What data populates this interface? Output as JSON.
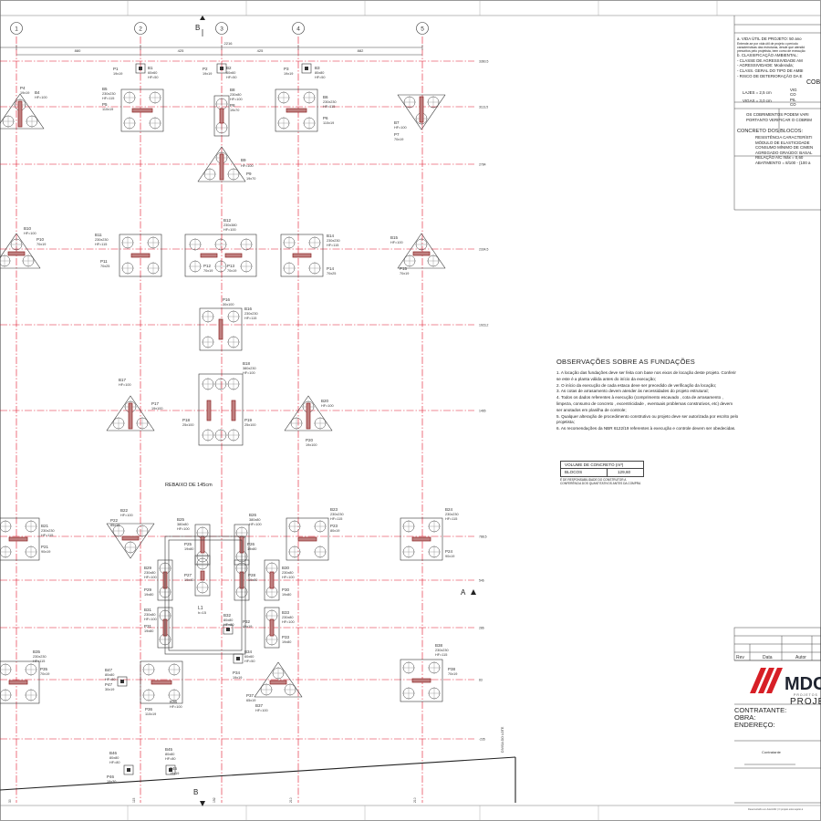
{
  "drawing": {
    "axes": [
      "1",
      "2",
      "3",
      "4",
      "5"
    ],
    "section_marks": [
      "B",
      "A"
    ],
    "dimensions_top": [
      "880",
      "425",
      "425",
      "882"
    ],
    "dimension_overall": "2216",
    "level_labels": [
      "3360,5",
      "3113,5",
      "2784",
      "2334,5",
      "1923,2",
      "1465",
      "788,5",
      "546",
      "286",
      "83",
      "-235"
    ],
    "blocks": [
      {
        "id": "B1",
        "size": "60x60",
        "hf": "HF=50"
      },
      {
        "id": "B2",
        "size": "60x60",
        "hf": "HF=50"
      },
      {
        "id": "B3",
        "size": "80x80",
        "hf": "HF=50"
      },
      {
        "id": "B4",
        "hf": "HF=100"
      },
      {
        "id": "B5",
        "size": "230x230",
        "hf": "HF=115"
      },
      {
        "id": "B6",
        "size": "230x230",
        "hf": "HF=115"
      },
      {
        "id": "B7",
        "hf": "HF=100"
      },
      {
        "id": "B8",
        "size": "230x80",
        "hf": "HF=100"
      },
      {
        "id": "B9",
        "hf": "HF=100"
      },
      {
        "id": "B10",
        "hf": "HF=100"
      },
      {
        "id": "B11",
        "size": "230x230",
        "hf": "HF=115"
      },
      {
        "id": "B12",
        "size": "230x380",
        "hf": "HF=100"
      },
      {
        "id": "B14",
        "size": "230x230",
        "hf": "HF=115"
      },
      {
        "id": "B15",
        "hf": "HF=100"
      },
      {
        "id": "B16",
        "size": "230x230",
        "hf": "HF=115"
      },
      {
        "id": "B17",
        "hf": "HF=100"
      },
      {
        "id": "B18",
        "size": "380x230",
        "hf": "HF=100"
      },
      {
        "id": "B20",
        "hf": "HF=100"
      },
      {
        "id": "B21",
        "size": "230x230",
        "hf": "HF=115"
      },
      {
        "id": "B22",
        "hf": "HF=100"
      },
      {
        "id": "B23",
        "size": "230x230",
        "hf": "HF=115"
      },
      {
        "id": "B24",
        "size": "230x230",
        "hf": "HF=115"
      },
      {
        "id": "B25",
        "size": "380x80",
        "hf": "HF=100"
      },
      {
        "id": "B26",
        "size": "380x80",
        "hf": "HF=100"
      },
      {
        "id": "B29",
        "size": "230x80",
        "hf": "HF=100"
      },
      {
        "id": "B30",
        "size": "230x80",
        "hf": "HF=100"
      },
      {
        "id": "B31",
        "size": "230x80",
        "hf": "HF=100"
      },
      {
        "id": "B32",
        "size": "80x80",
        "hf": "HF=80"
      },
      {
        "id": "B33",
        "size": "230x80",
        "hf": "HF=100"
      },
      {
        "id": "B34",
        "size": "60x60",
        "hf": "HF=50"
      },
      {
        "id": "B35",
        "size": "230x230",
        "hf": "HF=115"
      },
      {
        "id": "B36",
        "hf": "HF=100"
      },
      {
        "id": "B37",
        "hf": "HF=100"
      },
      {
        "id": "B38",
        "size": "230x230",
        "hf": "HF=115"
      },
      {
        "id": "B45",
        "size": "80x80",
        "hf": "HF=80"
      },
      {
        "id": "B46",
        "size": "80x80",
        "hf": "HF=80"
      },
      {
        "id": "B47",
        "size": "80x80",
        "hf": "HF=80"
      }
    ],
    "pillars": [
      {
        "id": "P1",
        "size": "19x19"
      },
      {
        "id": "P2",
        "size": "19x19"
      },
      {
        "id": "P3",
        "size": "19x19"
      },
      {
        "id": "P4",
        "size": "19x19"
      },
      {
        "id": "P5",
        "size": "110x19"
      },
      {
        "id": "P6",
        "size": "110x19"
      },
      {
        "id": "P7",
        "size": "70x19"
      },
      {
        "id": "P8",
        "size": "19x70"
      },
      {
        "id": "P9",
        "size": "19x70"
      },
      {
        "id": "P10",
        "size": "70x19"
      },
      {
        "id": "P11",
        "size": "70x25"
      },
      {
        "id": "P12",
        "size": "70x19"
      },
      {
        "id": "P13",
        "size": "70x19"
      },
      {
        "id": "P14",
        "size": "70x25"
      },
      {
        "id": "P15",
        "size": "70x19"
      },
      {
        "id": "P16",
        "size": "30x100"
      },
      {
        "id": "P17",
        "size": "19x100"
      },
      {
        "id": "P18",
        "size": "25x100"
      },
      {
        "id": "P19",
        "size": "25x100"
      },
      {
        "id": "P20",
        "size": "19x100"
      },
      {
        "id": "P21",
        "size": "90x19"
      },
      {
        "id": "P22",
        "size": "85x19"
      },
      {
        "id": "P23",
        "size": "80x19"
      },
      {
        "id": "P24",
        "size": "90x19"
      },
      {
        "id": "P25",
        "size": "19x80"
      },
      {
        "id": "P26",
        "size": "19x80"
      },
      {
        "id": "P27",
        "size": "19x40"
      },
      {
        "id": "P28",
        "size": "19x80"
      },
      {
        "id": "P29",
        "size": "19x80"
      },
      {
        "id": "P30",
        "size": "19x80"
      },
      {
        "id": "P31",
        "size": "19x80"
      },
      {
        "id": "P32",
        "size": "40x19"
      },
      {
        "id": "P33",
        "size": "19x80"
      },
      {
        "id": "P34",
        "size": "19x19"
      },
      {
        "id": "P35",
        "size": "70x19"
      },
      {
        "id": "P36",
        "size": "110x19"
      },
      {
        "id": "P37",
        "size": "65x19"
      },
      {
        "id": "P38",
        "size": "70x19"
      },
      {
        "id": "P45",
        "size": "19x19"
      },
      {
        "id": "P46",
        "size": "19x30"
      },
      {
        "id": "P47",
        "size": "30x19"
      }
    ],
    "misc": {
      "beam": "L1",
      "beam_hf": "h=15",
      "rebaixo": "REBAIXO DE 145cm",
      "divisa": "DIVISA DO LOTE"
    }
  },
  "observations": {
    "title": "OBSERVAÇÕES SOBRE AS FUNDAÇÕES",
    "items": [
      "1. A locação das fundações deve ser feita com base nos eixos de locação deste projeto. Conferir se este é a planta válida antes do início da execução;",
      "2. O início da execução de cada estaca deve ser precedido de verificação da locação;",
      "3. As cotas de arrasamento devem atender às necessidades do projeto estrutural;",
      "4. Todos os dados referentes à execução (comprimento escavado , cota de arrasamento , limpeza, consumo de concreto , excentricidade , eventuais problemas construtivos, etc) devem ser anotados em planilha de controle;",
      "5. Qualquer alteração de procedimento construtivo ou projeto deve ser autorizada por escrito pelo projetista;",
      "6. As recomendações da NBR 6122/19 referentes à execução e controle devem ser obedecidas."
    ],
    "volume_header": "VOLUME DE CONCRETO (m³)",
    "volume_label": "BLOCOS",
    "volume_value": "129,60",
    "volume_note": "É DE RESPONSABILIDADE DO CONSTRUTOR A CONFERÊNCIA DOS QUANTITATIVOS ANTES DA COMPRA"
  },
  "specs": {
    "lines": [
      "a.   VIDA ÚTIL DE PROJETO: 50 ano",
      "Entende-se por vida útil de projeto o período",
      "características das estruturas, desde que atendid",
      "prescritos pelo projetista, bem como de execução",
      "b.   CLASSIFICAÇÃO AMBIENTAL:",
      "- CLASSE DE AGRESSIVIDADE AM",
      "- AGRESSIVIDADE: Moderada;",
      "- CLASS. GERAL DO TIPO DE AMBI",
      "- RISCO DE DETERIORAÇÃO DA E"
    ],
    "cob_title": "COB",
    "cob_lajes": "LAJES = 2,5 cm",
    "cob_vigas": "VIGAS = 3,0 cm",
    "cob_right": [
      "VIG",
      "CO",
      "PIL",
      "CO"
    ],
    "cob_note": [
      "OS COBRIMENTOS PODEM VARI",
      "PORTANTO VERIFICAR O COBRIM"
    ],
    "concreto_title": "CONCRETO DOS BLOCOS:",
    "concreto_lines": [
      "RESISTÊNCIA CARACTERÍSTI",
      "MÓDULO DE ELASTICIDADE",
      "CONSUMO MÍNIMO DE CIMEN",
      "AGREGADO GRAÚDO: BASAL",
      "RELAÇÃO A/C máx = 0,60",
      "ABATIMENTO = 8/100 - (100 a"
    ]
  },
  "title_block": {
    "rev_headers": [
      "Rev",
      "Data",
      "Autor"
    ],
    "company": "MDC",
    "company_sub": "PROJETOS",
    "project_label": "PROJE",
    "fields": [
      "CONTRATANTE:",
      "OBRA:",
      "ENDEREÇO:"
    ],
    "signature_label": "Contratante",
    "footer_note": "Desenvolvido em AutoCAD | O projeto está sujeito à"
  },
  "colors": {
    "axis": "#e0162b",
    "line": "#333333",
    "pillar": "#8b2424",
    "logo": "#d71f26"
  }
}
